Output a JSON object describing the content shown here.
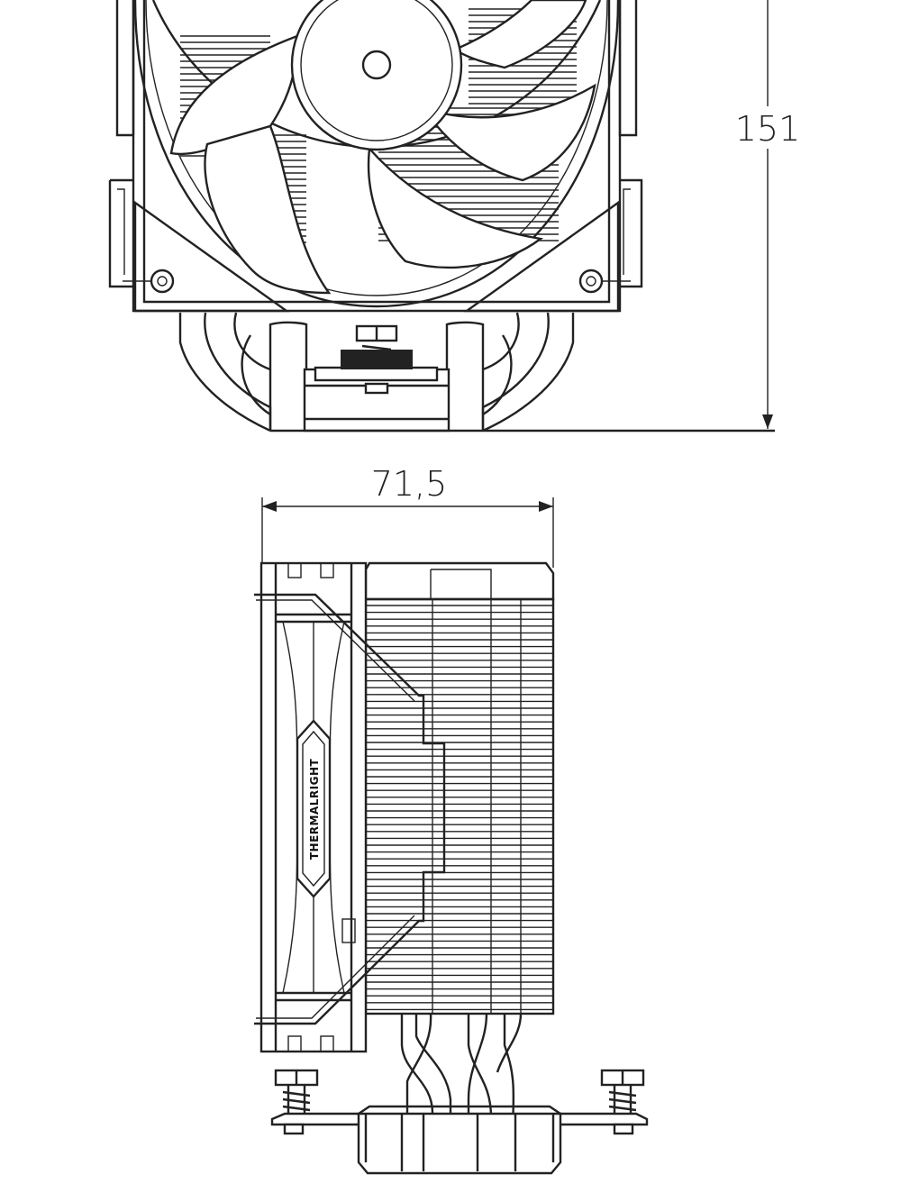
{
  "dimensions": {
    "height": "151",
    "width": "71,5"
  },
  "brand_label": "THERMALRIGHT",
  "colors": {
    "line": "#222222",
    "background": "#ffffff"
  }
}
